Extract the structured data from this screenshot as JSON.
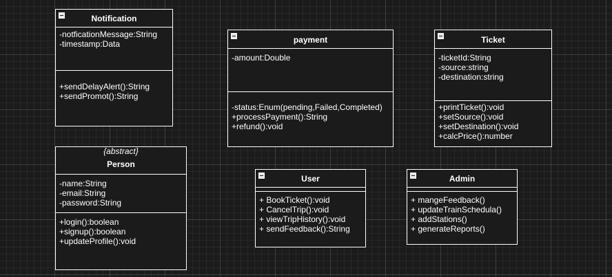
{
  "diagram": {
    "classes": [
      {
        "id": "notification",
        "name": "Notification",
        "stereotype": "",
        "attributes": [
          "-notficationMessage:String",
          "-timestamp:Data"
        ],
        "methods": [
          "+sendDelayAlert():String",
          "+sendPromot():String"
        ]
      },
      {
        "id": "payment",
        "name": "payment",
        "stereotype": "",
        "attributes": [
          "-amount:Double"
        ],
        "methods": [
          "-status:Enum(pending,Failed,Completed)",
          "+processPayment():String",
          "+refund():void"
        ]
      },
      {
        "id": "ticket",
        "name": "Ticket",
        "stereotype": "",
        "attributes": [
          "-ticketId:String",
          "-source:string",
          "-destination:string"
        ],
        "methods": [
          "+printTicket():void",
          "+setSource():void",
          "+setDestination():void",
          "+calcPrice():number"
        ]
      },
      {
        "id": "person",
        "name": "Person",
        "stereotype": "{abstract}",
        "attributes": [
          "-name:String",
          "-email:String",
          "-password:String"
        ],
        "methods": [
          "+login():boolean",
          "+signup():boolean",
          "+updateProfile():void"
        ]
      },
      {
        "id": "user",
        "name": "User",
        "stereotype": "",
        "attributes": [],
        "methods": [
          "+ BookTicket():void",
          "+ CancelTrip():void",
          "+ viewTripHistory():void",
          "+ sendFeedback():String"
        ]
      },
      {
        "id": "admin",
        "name": "Admin",
        "stereotype": "",
        "attributes": [],
        "methods": [
          "+ mangeFeedback()",
          "+ updateTrainSchedula()",
          "+ addStations()",
          "+ generateReports()"
        ]
      }
    ]
  }
}
